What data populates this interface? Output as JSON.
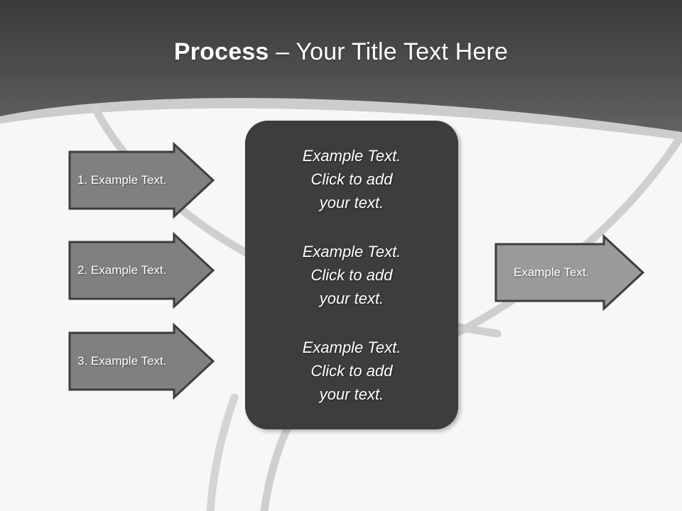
{
  "slide": {
    "title": {
      "bold_part": "Process",
      "rest_part": " – Your Title Text Here"
    },
    "background_color": "#f7f7f7",
    "header_dark_color": "#4a4a4a",
    "header_light_band_color": "#c9c9c9",
    "swoosh_color": "#cfcfcf"
  },
  "left_arrows": [
    {
      "label": "1. Example Text.",
      "fill": "#808080",
      "stroke": "#3d3d3d"
    },
    {
      "label": "2. Example Text.",
      "fill": "#808080",
      "stroke": "#3d3d3d"
    },
    {
      "label": "3. Example Text.",
      "fill": "#808080",
      "stroke": "#3d3d3d"
    }
  ],
  "center_box": {
    "fill": "#3d3d3d",
    "blocks": [
      "Example Text.\nClick  to add\nyour text.",
      "Example Text.\nClick  to add\nyour text.",
      "Example Text.\nClick  to add\nyour text."
    ]
  },
  "right_arrow": {
    "label": "Example Text.",
    "fill": "#9a9a9a",
    "stroke": "#3d3d3d"
  }
}
